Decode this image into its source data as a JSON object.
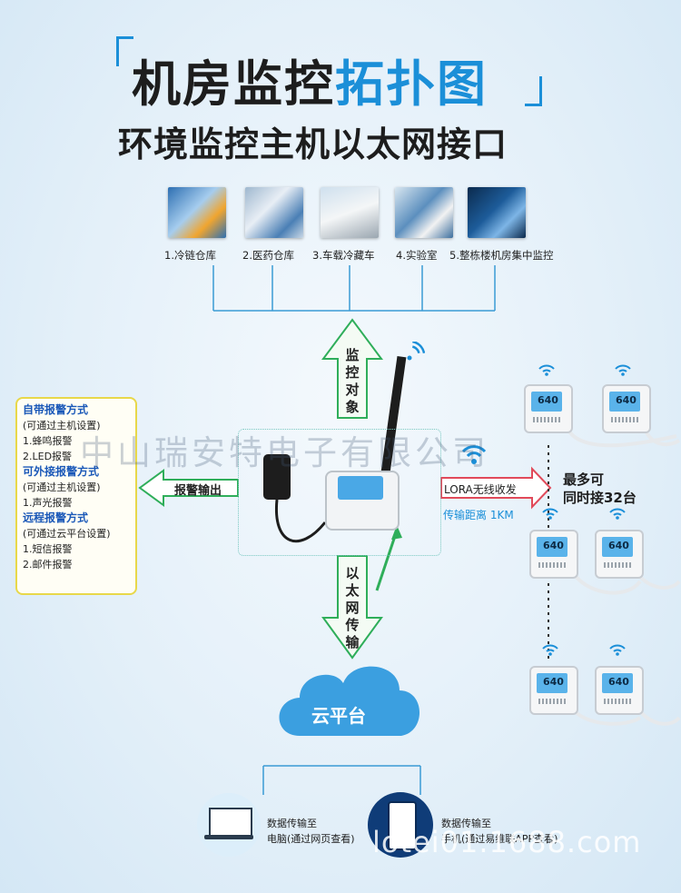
{
  "title": {
    "main_black": "机房监控",
    "main_blue": "拓扑图",
    "subtitle": "环境监控主机以太网接口"
  },
  "targets": [
    {
      "label": "1.冷链仓库",
      "icon": "cold-storage-photo"
    },
    {
      "label": "2.医药仓库",
      "icon": "pharma-warehouse-photo"
    },
    {
      "label": "3.车载冷藏车",
      "icon": "refrigerated-truck-photo"
    },
    {
      "label": "4.实验室",
      "icon": "laboratory-photo"
    },
    {
      "label": "5.整栋楼机房集中监控",
      "icon": "server-room-photo"
    }
  ],
  "monitor_arrow": {
    "chars": [
      "监",
      "控",
      "对",
      "象"
    ]
  },
  "ethernet_arrow": {
    "chars": [
      "以",
      "太",
      "网",
      "传",
      "输"
    ]
  },
  "alarm_panel": {
    "h1": "自带报警方式",
    "s1": "(可通过主机设置)",
    "i1a": "1.蜂鸣报警",
    "i1b": "2.LED报警",
    "h2": "可外接报警方式",
    "s2": "(可通过主机设置)",
    "i2a": "1.声光报警",
    "h3": "远程报警方式",
    "s3": "(可通过云平台设置)",
    "i3a": "1.短信报警",
    "i3b": "2.邮件报警"
  },
  "alarm_output": "报警输出",
  "lora": {
    "label": "LORA无线收发",
    "distance": "传输距离 1KM"
  },
  "sensor_note": {
    "line1": "最多可",
    "line2": "同时接32台"
  },
  "sensor_display": "640",
  "cloud": "云平台",
  "outputs": {
    "pc_line1": "数据传输至",
    "pc_line2": "电脑(通过网页查看)",
    "phone_line1": "数据传输至",
    "phone_line2": "手机(通过易维联APP查看)"
  },
  "watermarks": {
    "company": "中山瑞安特电子有限公司",
    "site": "lotei01.1688.com"
  },
  "colors": {
    "accent": "#1b8fd8",
    "arrow_green": "#2fae5a",
    "alarm_border": "#e8d84a",
    "line": "#3a9bd5"
  }
}
